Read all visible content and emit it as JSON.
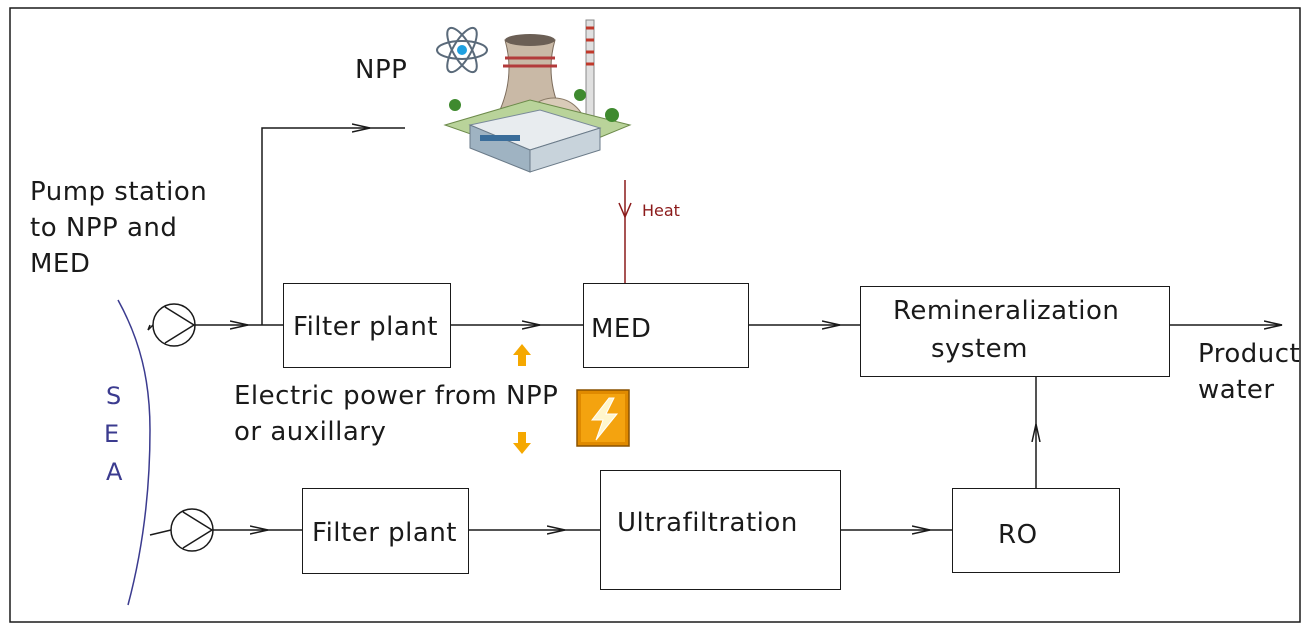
{
  "npp": {
    "label": "NPP",
    "icon": "nuclear-power-plant-icon"
  },
  "pump": {
    "label_line1": "Pump station",
    "label_line2": "to NPP and",
    "label_line3": "MED"
  },
  "sea": {
    "letters": [
      "S",
      "E",
      "A"
    ]
  },
  "heat": {
    "label": "Heat"
  },
  "power": {
    "label_line1": "Electric power from NPP",
    "label_line2": "or auxillary"
  },
  "boxes": {
    "filter_top": "Filter plant",
    "med": "MED",
    "remin_line1": "Remineralization",
    "remin_line2": "system",
    "filter_bottom": "Filter plant",
    "ultrafiltration": "Ultrafiltration",
    "ro": "RO"
  },
  "product": {
    "line1": "Product",
    "line2": "water"
  },
  "colors": {
    "line": "#1a1a1a",
    "heat": "#8b1a1a",
    "sea": "#3b3b8f",
    "power_arrow": "#f5a800",
    "lightning_bg": "#e08a00"
  }
}
